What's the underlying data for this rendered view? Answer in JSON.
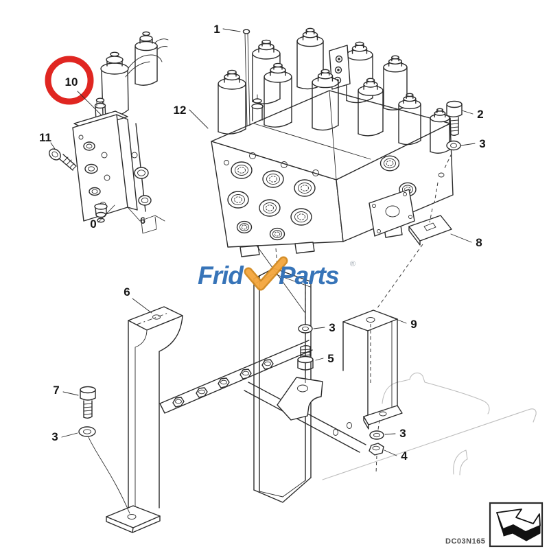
{
  "diagram": {
    "line_color": "#2b2b2b",
    "faint_line_color": "#bdbdbd",
    "highlight": {
      "color": "#e02621",
      "circled_part": "10"
    },
    "callouts": {
      "c1": {
        "label": "1"
      },
      "c2": {
        "label": "2"
      },
      "c3a": {
        "label": "3"
      },
      "c3b": {
        "label": "3"
      },
      "c3c": {
        "label": "3"
      },
      "c3d": {
        "label": "3"
      },
      "c4": {
        "label": "4"
      },
      "c5": {
        "label": "5"
      },
      "c6": {
        "label": "6"
      },
      "c6partial": {
        "label": "6"
      },
      "c7": {
        "label": "7"
      },
      "c8": {
        "label": "8"
      },
      "c9": {
        "label": "9"
      },
      "c10": {
        "label": "10"
      },
      "c11": {
        "label": "11"
      },
      "c12": {
        "label": "12"
      },
      "c0": {
        "label": "0"
      }
    }
  },
  "watermark": {
    "text_left": "Frid",
    "text_right": "Parts",
    "registered_mark": "®",
    "blue": "#2d6db5",
    "orange": "#f4a63d",
    "orange_dark": "#d28a20"
  },
  "footer": {
    "drawing_code": "DC03N165"
  }
}
